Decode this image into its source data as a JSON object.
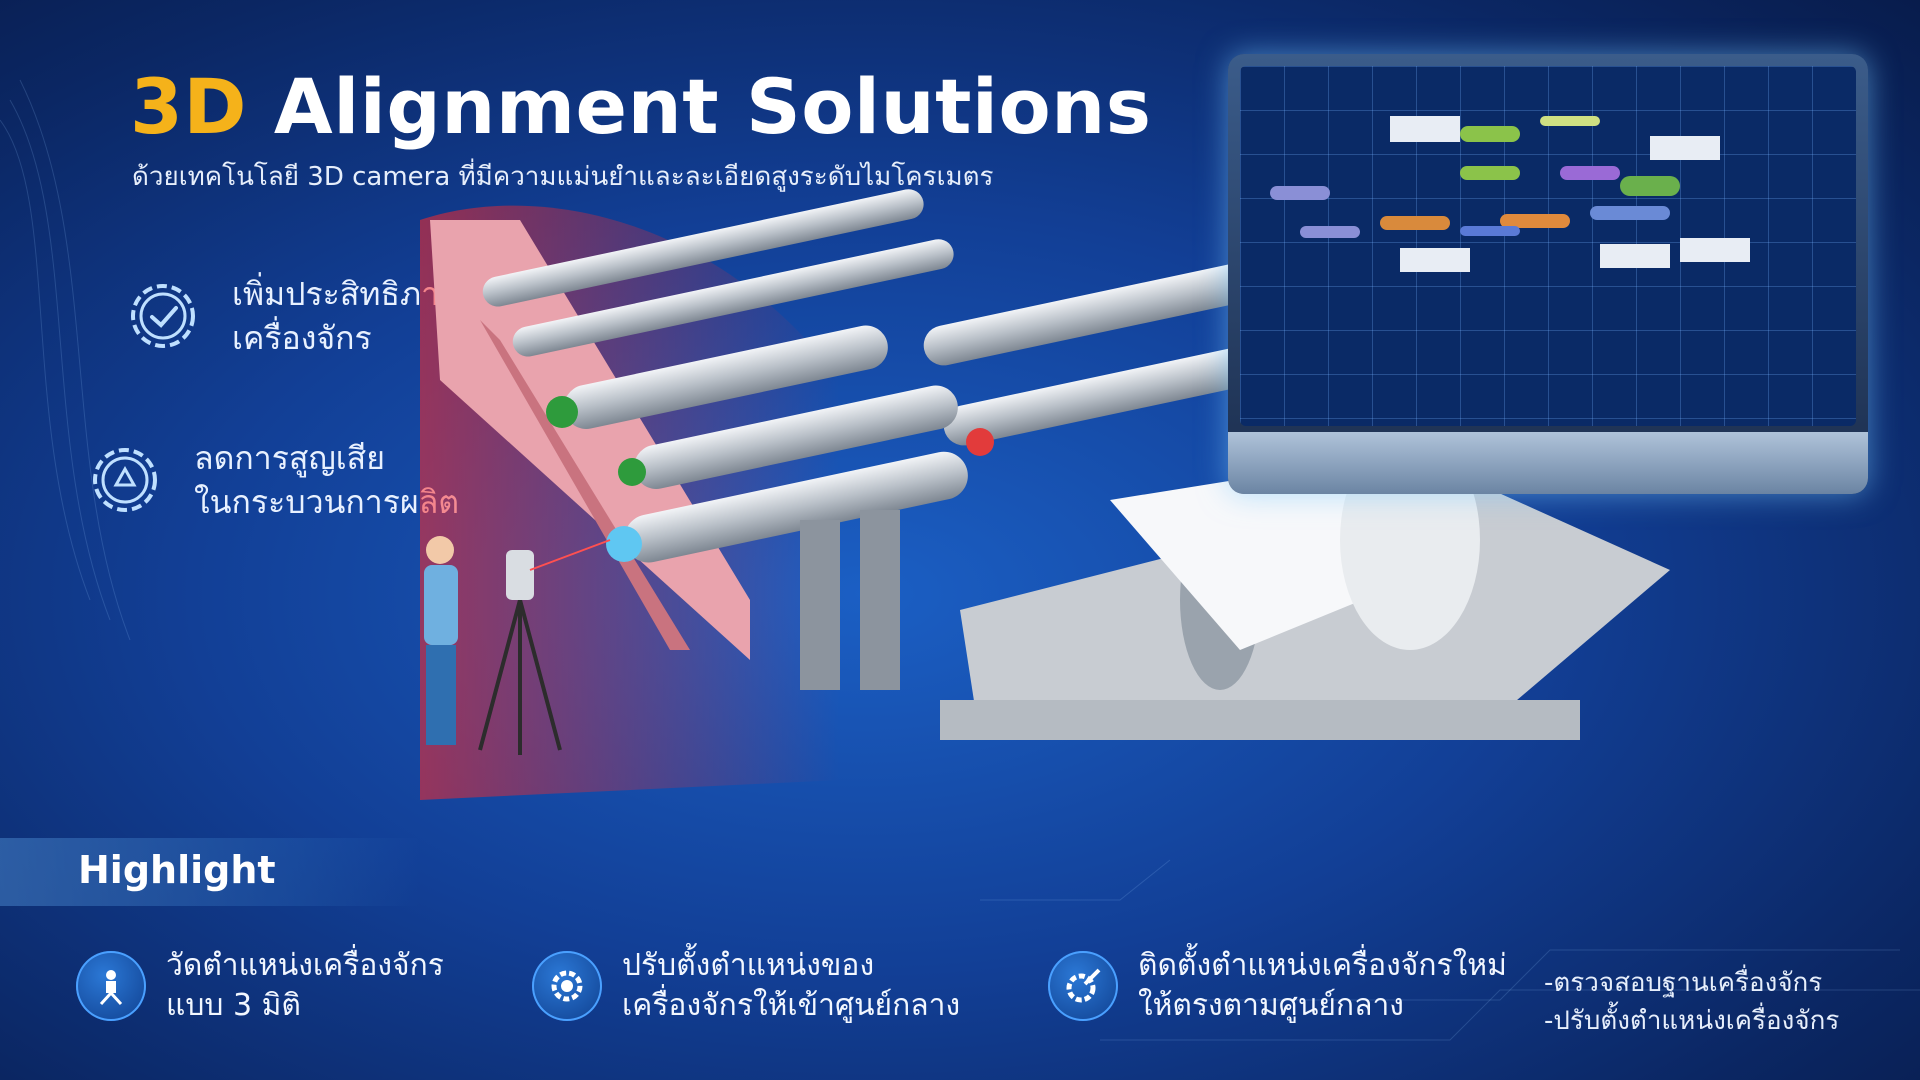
{
  "title": {
    "accent": "3D",
    "rest": " Alignment Solutions"
  },
  "subtitle": "ด้วยเทคโนโลยี 3D camera ที่มีความแม่นยำและละเอียดสูงระดับไมโครเมตร",
  "benefits": [
    {
      "line1": "เพิ่มประสิทธิภาพ",
      "line2": "เครื่องจักร",
      "icon": "gear-check-icon"
    },
    {
      "line1": "ลดการสูญเสีย",
      "line2": "ในกระบวนการผลิต",
      "icon": "gear-recycle-icon"
    }
  ],
  "highlight": {
    "label": "Highlight",
    "items": [
      {
        "line1": "วัดตำแหน่งเครื่องจักร",
        "line2": "แบบ 3 มิติ",
        "icon": "surveyor-icon"
      },
      {
        "line1": "ปรับตั้งตำแหน่งของ",
        "line2": "เครื่องจักรให้เข้าศูนย์กลาง",
        "icon": "gear-adjust-icon"
      },
      {
        "line1": "ติดตั้งตำแหน่งเครื่องจักรใหม่",
        "line2": "ให้ตรงตามศูนย์กลาง",
        "icon": "gear-wrench-icon"
      }
    ],
    "bullets": [
      "-ตรวจสอบฐานเครื่องจักร",
      "-ปรับตั้งตำแหน่งเครื่องจักร"
    ]
  },
  "colors": {
    "accent": "#f5b21a",
    "background": "#123f96"
  }
}
